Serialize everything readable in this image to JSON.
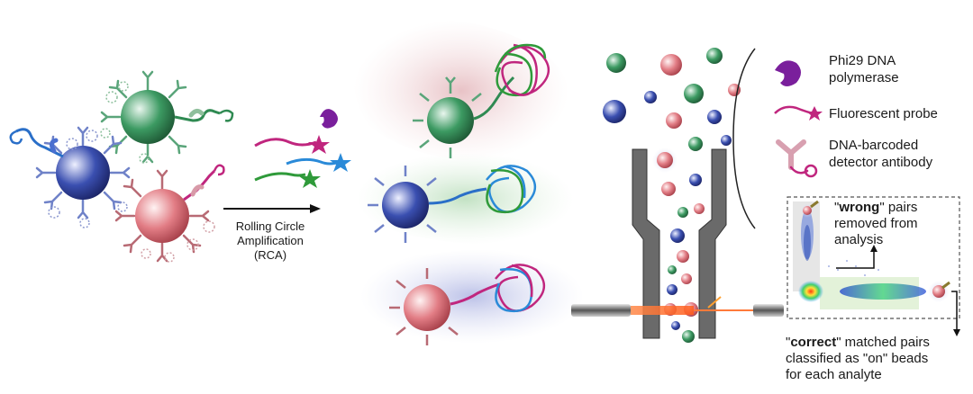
{
  "rca_label": {
    "line1": "Rolling Circle",
    "line2": "Amplification",
    "line3": "(RCA)"
  },
  "legend": {
    "items": [
      {
        "icon": "polymerase-icon",
        "line1": "Phi29 DNA",
        "line2": "polymerase"
      },
      {
        "icon": "fluorescent-probe-icon",
        "line1": "Fluorescent probe"
      },
      {
        "icon": "barcoded-antibody-icon",
        "line1": "DNA-barcoded",
        "line2": "detector antibody"
      }
    ]
  },
  "wrong_note": {
    "q1": "\"",
    "bold": "wrong",
    "rest": "\" pairs",
    "line2": "removed from",
    "line3": "analysis"
  },
  "correct_note": {
    "q1": "\"",
    "bold": "correct",
    "rest": "\" matched pairs",
    "line2": "classified as \"on\" beads",
    "line3": "for each analyte"
  },
  "colors": {
    "green": "#2f8a52",
    "blue": "#2a3f9c",
    "red": "#d9666f",
    "magenta": "#c0267e",
    "purple": "#7a1f9c",
    "laser": "#ff6a2a"
  }
}
